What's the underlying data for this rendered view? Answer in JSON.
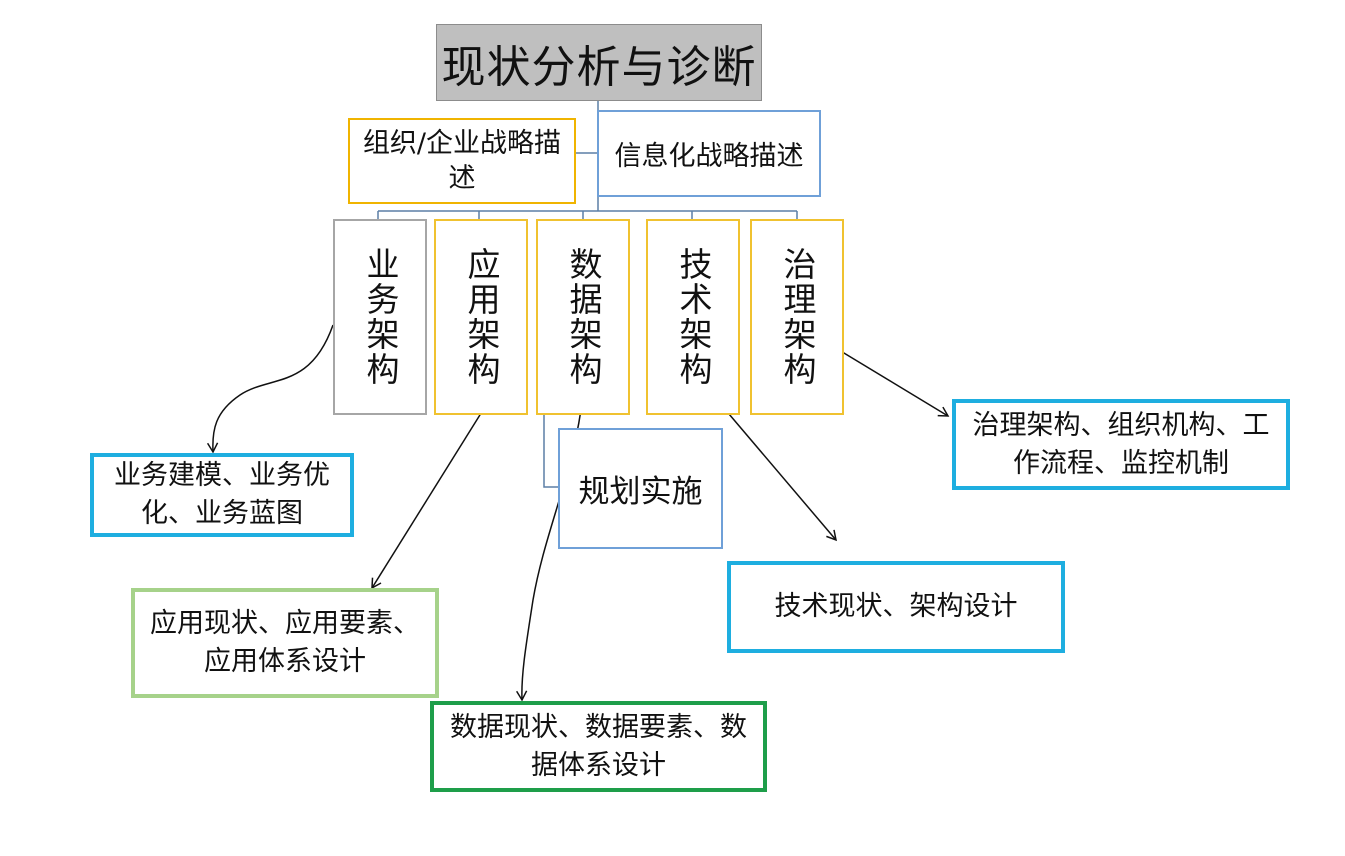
{
  "diagram": {
    "title": "现状分析与诊断",
    "org_strategy": "组织/企业战略描述",
    "info_strategy": "信息化战略描述",
    "architectures": [
      {
        "label": "业务架构"
      },
      {
        "label": "应用架构"
      },
      {
        "label": "数据架构"
      },
      {
        "label": "技术架构"
      },
      {
        "label": "治理架构"
      }
    ],
    "plan_implement": "规划实施",
    "outputs": {
      "business": "业务建模、业务优化、业务蓝图",
      "governance": "治理架构、组织机构、工作流程、监控机制",
      "technology": "技术现状、架构设计",
      "application": "应用现状、应用要素、应用体系设计",
      "data": "数据现状、数据要素、数据体系设计"
    }
  },
  "colors": {
    "title_fill": "#bfbfbf",
    "org_border": "#f0b400",
    "info_border": "#6fa0d8",
    "arch_gray_border": "#a6a6a6",
    "arch_yellow_border": "#f0c230",
    "output_blue_border": "#1eaee0",
    "output_lightgreen_border": "#a6d28a",
    "output_green_border": "#1e9e4a",
    "connector": "#5b7fa6",
    "arrow": "#111111"
  }
}
